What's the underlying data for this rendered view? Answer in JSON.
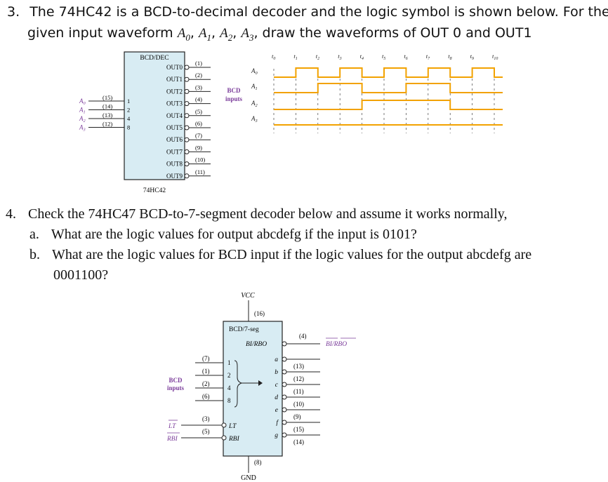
{
  "q3": {
    "number": "3.",
    "line1": "The 74HC42 is a BCD-to-decimal decoder and the logic symbol is shown below. For the",
    "line2_pre": "given input waveform ",
    "inputs": [
      "A",
      "A",
      "A",
      "A"
    ],
    "input_subs": [
      "0",
      "1",
      "2",
      "3"
    ],
    "line2_post": ", draw the waveforms of OUT 0 and OUT1"
  },
  "dec": {
    "header": "BCD/DEC",
    "chip": "74HC42",
    "outputs": [
      "OUT0",
      "OUT1",
      "OUT2",
      "OUT3",
      "OUT4",
      "OUT5",
      "OUT6",
      "OUT7",
      "OUT8",
      "OUT9"
    ],
    "out_pins": [
      "(1)",
      "(2)",
      "(3)",
      "(4)",
      "(5)",
      "(6)",
      "(7)",
      "(9)",
      "(10)",
      "(11)"
    ],
    "in_labels": [
      "A0",
      "A1",
      "A2",
      "A3"
    ],
    "in_pins": [
      "(15)",
      "(14)",
      "(13)",
      "(12)"
    ],
    "in_weights": [
      "1",
      "2",
      "4",
      "8"
    ]
  },
  "wave": {
    "times": [
      "t0",
      "t1",
      "t2",
      "t3",
      "t4",
      "t5",
      "t6",
      "t7",
      "t8",
      "t9",
      "t10"
    ],
    "group_label": [
      "BCD",
      "inputs"
    ],
    "signals": [
      "A0",
      "A1",
      "A2",
      "A3"
    ],
    "levels": {
      "A0": [
        0,
        1,
        0,
        1,
        0,
        1,
        0,
        1,
        0,
        1,
        0
      ],
      "A1": [
        0,
        0,
        1,
        1,
        0,
        0,
        1,
        1,
        0,
        0,
        0
      ],
      "A2": [
        0,
        0,
        0,
        0,
        1,
        1,
        1,
        1,
        0,
        0,
        0
      ],
      "A3": [
        0,
        0,
        0,
        0,
        0,
        0,
        0,
        0,
        0,
        0,
        0
      ]
    }
  },
  "q4": {
    "number": "4.",
    "stem": "Check the 74HC47 BCD-to-7-segment decoder below and assume it works normally,",
    "a_label": "a.",
    "a_text": "What are the logic values for output abcdefg if the input is 0101?",
    "b_label": "b.",
    "b_text": "What are the logic values for BCD input if the logic values for the output abcdefg are",
    "b_cont": "0001100?"
  },
  "seg": {
    "vcc": "VCC",
    "vcc_pin": "(16)",
    "header": "BCD/7-seg",
    "birbo_internal": "BI/RBO",
    "birbo_pin": "(4)",
    "birbo_external": "BI/RBO",
    "bcd_label": [
      "BCD",
      "inputs"
    ],
    "in_pins": [
      "(7)",
      "(1)",
      "(2)",
      "(6)"
    ],
    "in_weights": [
      "1",
      "2",
      "4",
      "8"
    ],
    "outputs": [
      "a",
      "b",
      "c",
      "d",
      "e",
      "f",
      "g"
    ],
    "out_pins": [
      "(13)",
      "(12)",
      "(11)",
      "(10)",
      "(9)",
      "(15)",
      "(14)"
    ],
    "lt_label": "LT",
    "lt_pin": "(3)",
    "rbi_label": "RBI",
    "rbi_pin": "(5)",
    "gnd": "GND",
    "gnd_pin": "(8)"
  },
  "colors": {
    "chip_fill": "#d8ecf3",
    "label_purple": "#7a3b9a",
    "wave_orange": "#f2a200",
    "text": "#111111"
  }
}
